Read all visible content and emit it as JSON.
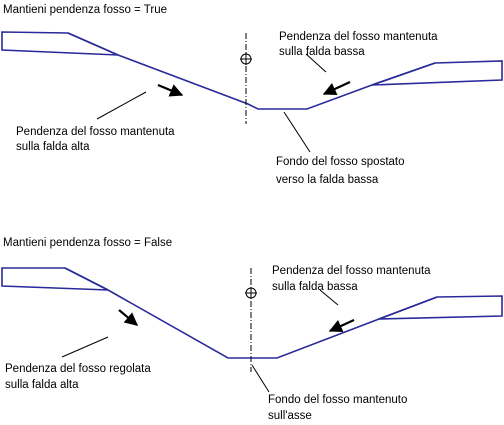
{
  "colors": {
    "profile": "#2a2a9a",
    "annotation": "#000000",
    "background": "#ffffff"
  },
  "panel_true": {
    "title": "Mantieni pendenza fosso = True",
    "label_upper_right": [
      "Pendenza del fosso mantenuta",
      "sulla falda bassa"
    ],
    "label_left": [
      "Pendenza del fosso mantenuta",
      "sulla falda alta"
    ],
    "label_bottom": [
      "Fondo del fosso spostato",
      "verso la falda bassa"
    ]
  },
  "panel_false": {
    "title": "Mantieni pendenza fosso = False",
    "label_upper_right": [
      "Pendenza del fosso mantenuta",
      "sulla falda bassa"
    ],
    "label_left": [
      "Pendenza del fosso regolata",
      "sulla falda alta"
    ],
    "label_bottom": [
      "Fondo del fosso mantenuto",
      "sull'asse"
    ]
  },
  "icons": {
    "centerline_marker": "circle-crosshair-icon",
    "slope_arrow": "arrow-icon"
  }
}
